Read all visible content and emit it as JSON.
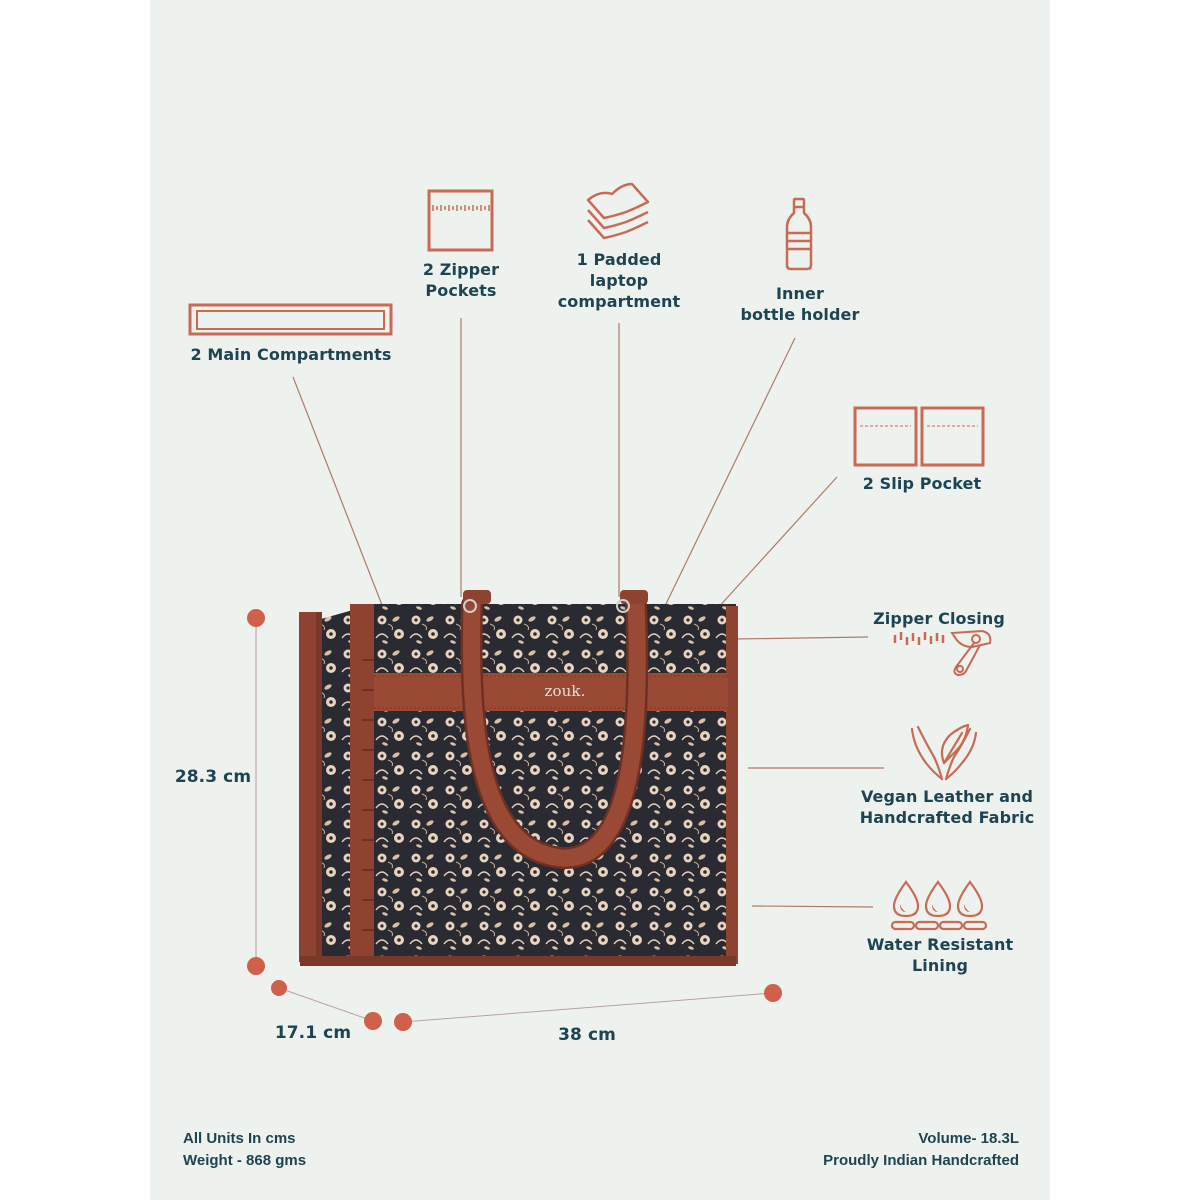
{
  "theme": {
    "page_background": "#ffffff",
    "panel_background": "#eef2ee",
    "text_color": "#1d4452",
    "accent_color": "#c96a55",
    "dot_color": "#d0604a",
    "leather_color": "#8e4330",
    "fabric_dark": "#2a2a33",
    "fabric_light": "#e8d3bf"
  },
  "features": {
    "main_compartments": "2 Main Compartments",
    "zipper_pockets_line1": "2 Zipper",
    "zipper_pockets_line2": "Pockets",
    "laptop_line1": "1 Padded",
    "laptop_line2": "laptop compartment",
    "bottle_line1": "Inner",
    "bottle_line2": "bottle holder",
    "slip_pocket": "2 Slip Pocket",
    "zipper_closing": "Zipper Closing",
    "vegan_line1": "Vegan Leather and",
    "vegan_line2": "Handcrafted Fabric",
    "water_resistant": "Water Resistant Lining"
  },
  "icons": {
    "main_compartments": "double-rectangle-icon",
    "zipper_pockets": "zipper-pocket-icon",
    "laptop": "padded-layers-icon",
    "bottle": "bottle-icon",
    "slip_pocket": "slip-pocket-icon",
    "zipper_closing": "zipper-pull-icon",
    "vegan": "hands-leaf-icon",
    "water": "water-drops-icon"
  },
  "product": {
    "brand_logo": "zouk."
  },
  "dimensions": {
    "height": "28.3 cm",
    "depth": "17.1 cm",
    "width": "38 cm"
  },
  "footer": {
    "units": "All Units In cms",
    "weight": "Weight - 868 gms",
    "volume": "Volume- 18.3L",
    "origin": "Proudly Indian Handcrafted"
  }
}
